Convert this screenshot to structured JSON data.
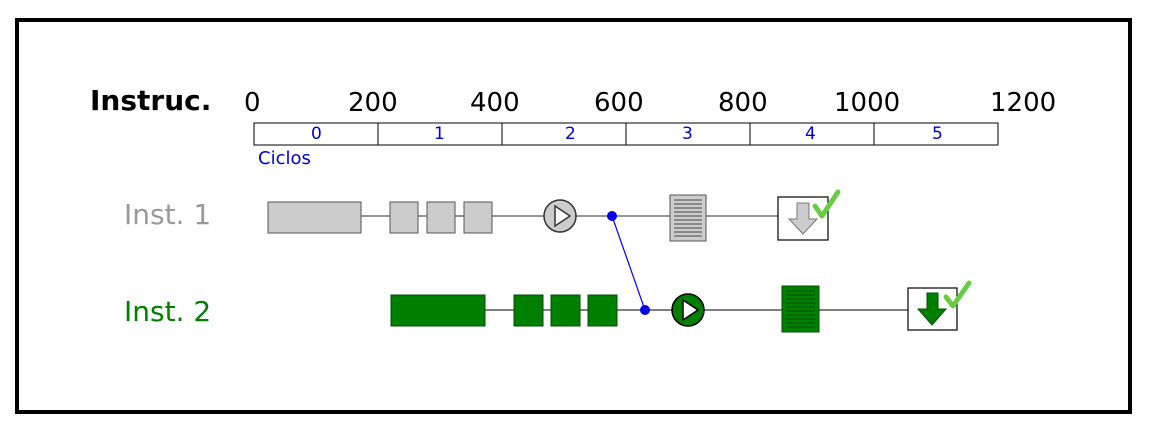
{
  "header": {
    "title": "Instruc.",
    "ticks": [
      "0",
      "200",
      "400",
      "600",
      "800",
      "1000",
      "1200"
    ],
    "cycle_labels": [
      "0",
      "1",
      "2",
      "3",
      "4",
      "5"
    ],
    "cycles_caption": "Ciclos"
  },
  "instructions": [
    {
      "label": "Inst. 1",
      "color": "#999999"
    },
    {
      "label": "Inst. 2",
      "color": "#008000"
    }
  ],
  "colors": {
    "inst1_fill": "#cccccc",
    "inst1_stroke": "#555555",
    "inst2_fill": "#008000",
    "inst2_stroke": "#004d00",
    "forwarding": "#0000ee",
    "check": "#66cc44",
    "border": "#000000"
  },
  "icons": [
    "fetch-block",
    "register-squares",
    "alu-play-icon",
    "memory-page-icon",
    "writeback-arrow-icon",
    "checkmark-icon",
    "forwarding-dot"
  ]
}
